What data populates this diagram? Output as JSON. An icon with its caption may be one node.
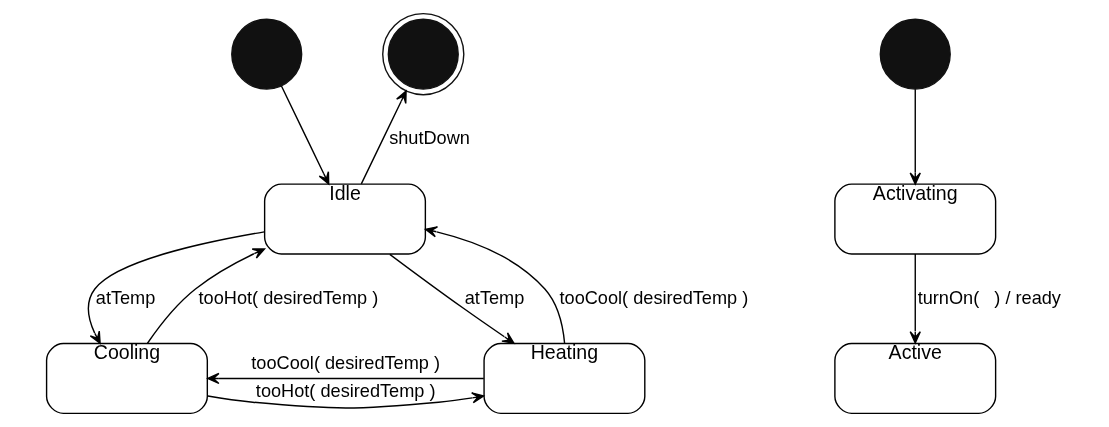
{
  "diagram": {
    "nodes": [
      {
        "text": [],
        "shape": "circle"
      },
      {
        "text": [],
        "shape": "bullseye"
      },
      {
        "text": [
          "Idle"
        ]
      },
      {
        "text": [
          "Cooling"
        ]
      },
      {
        "text": [
          "Heating"
        ]
      },
      {
        "text": [],
        "shape": "circle"
      },
      {
        "text": [
          "Activating"
        ]
      },
      {
        "text": [
          "Active"
        ]
      }
    ],
    "edges": [
      {
        "from": 0,
        "to": 2,
        "arrow": "to"
      },
      {
        "from": 2,
        "to": 1,
        "arrow": "to",
        "label": "shutDown"
      },
      {
        "from": 3,
        "to": 2,
        "arrow": "to",
        "label": "tooHot( desiredTemp )"
      },
      {
        "from": 4,
        "to": 2,
        "arrow": "to",
        "label": "tooCool( desiredTemp )"
      },
      {
        "from": 2,
        "to": 3,
        "arrow": "to",
        "label": "atTemp"
      },
      {
        "from": 2,
        "to": 4,
        "arrow": "to",
        "label": "atTemp"
      },
      {
        "from": 3,
        "to": 4,
        "arrow": "to",
        "label": "tooHot( desiredTemp )"
      },
      {
        "from": 4,
        "to": 3,
        "arrow": "to",
        "label": "tooCool( desiredTemp )"
      },
      {
        "from": 5,
        "to": 6,
        "arrow": "to"
      },
      {
        "from": 6,
        "to": 7,
        "arrow": "to",
        "label": "turnOn(   ) / ready"
      }
    ]
  }
}
